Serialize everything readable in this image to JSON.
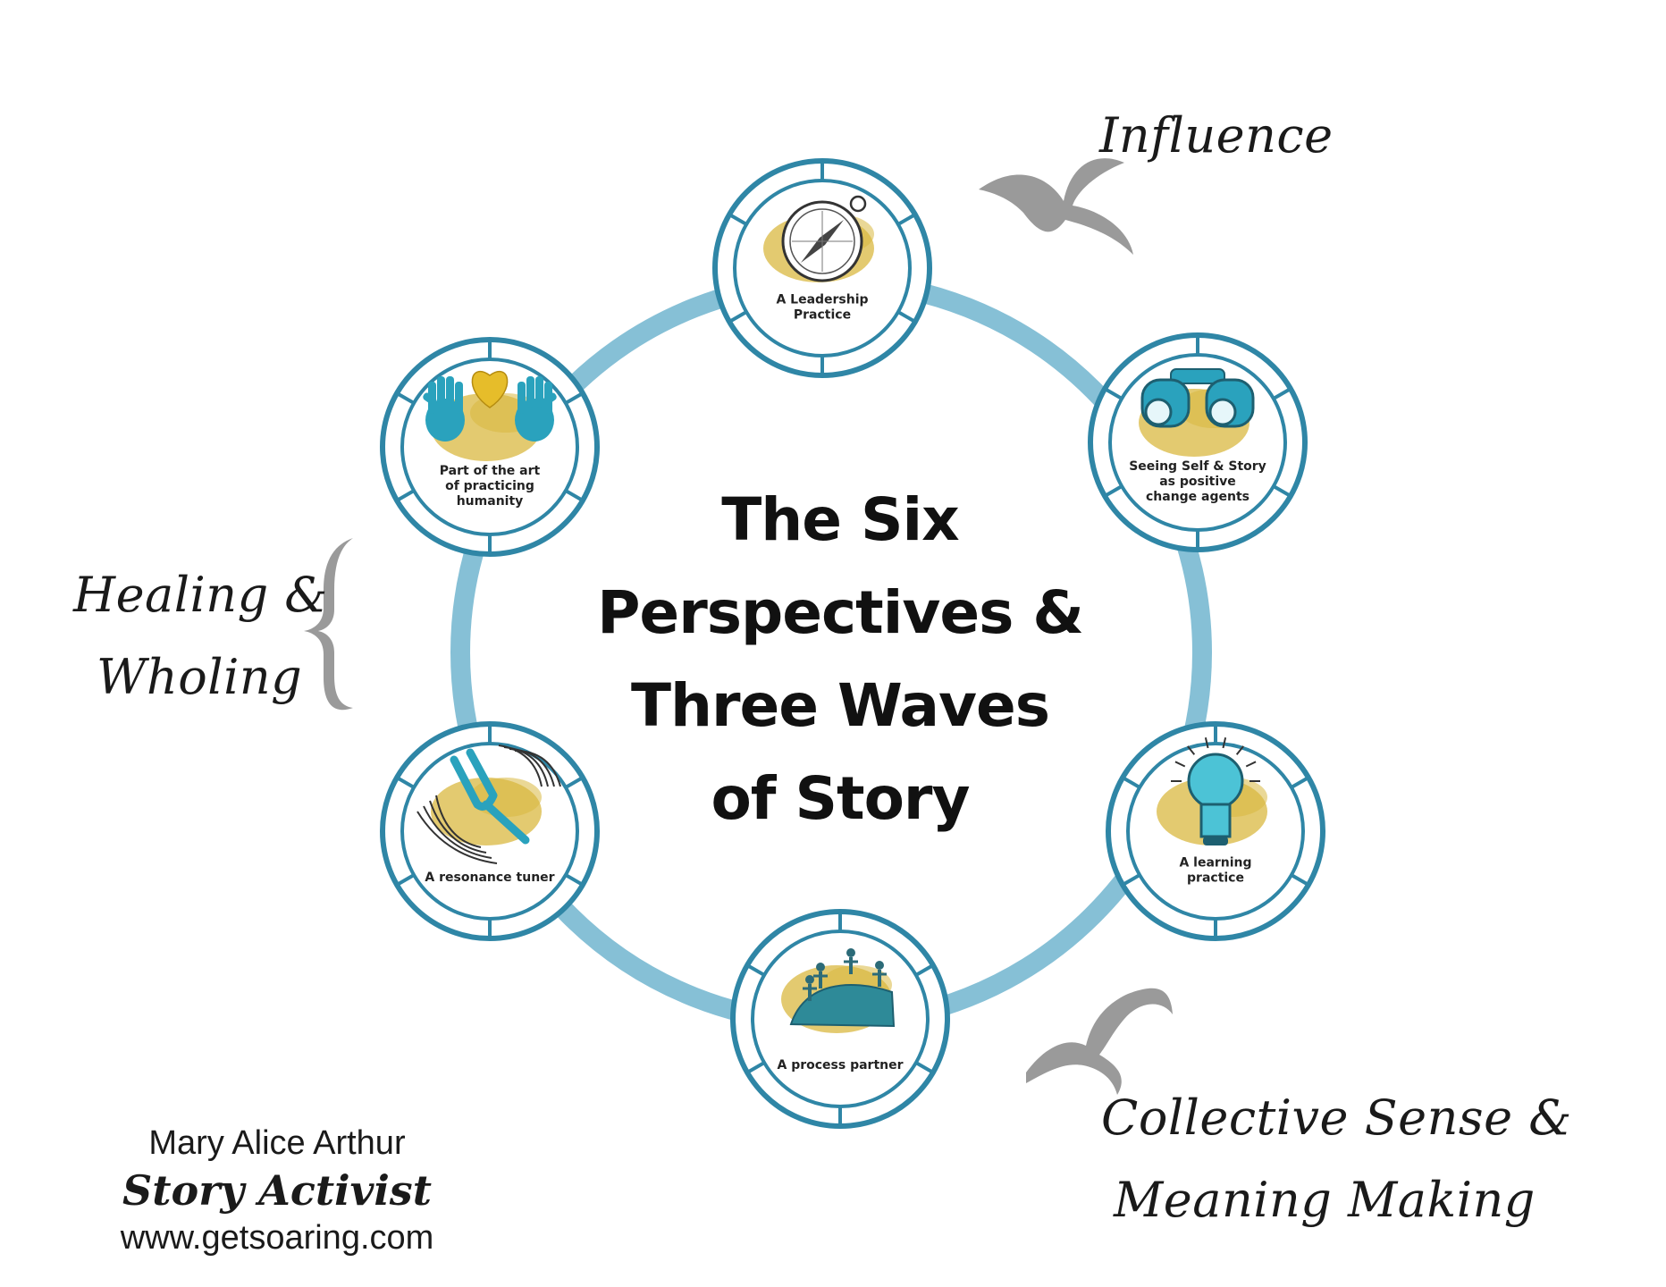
{
  "title": {
    "lines": [
      "The Six",
      "Perspectives &",
      "Three Waves",
      "of Story"
    ]
  },
  "nodes": [
    {
      "label_lines": [
        "A Leadership",
        "Practice"
      ],
      "icon": "compass-icon"
    },
    {
      "label_lines": [
        "Seeing Self & Story",
        "as positive",
        "change agents"
      ],
      "icon": "binoculars-icon"
    },
    {
      "label_lines": [
        "A learning",
        "practice"
      ],
      "icon": "lightbulb-icon"
    },
    {
      "label_lines": [
        "A process partner"
      ],
      "icon": "climbers-icon"
    },
    {
      "label_lines": [
        "A resonance tuner"
      ],
      "icon": "tuning-fork-icon"
    },
    {
      "label_lines": [
        "Part of the art",
        "of practicing",
        "humanity"
      ],
      "icon": "hands-heart-icon"
    }
  ],
  "waves": {
    "influence": {
      "lines": [
        "Influence"
      ]
    },
    "healing": {
      "lines": [
        "Healing &",
        "Wholing"
      ]
    },
    "collective": {
      "lines": [
        "Collective Sense &",
        "Meaning Making"
      ]
    }
  },
  "footer": {
    "name": "Mary Alice Arthur",
    "role": "Story Activist",
    "url": "www.getsoaring.com"
  },
  "colors": {
    "ring": "#86c0d6",
    "node_border": "#2f86a6",
    "gold_wash": "#d9b840",
    "teal_icon": "#2aa2bd",
    "brace": "#9a9a9a"
  }
}
